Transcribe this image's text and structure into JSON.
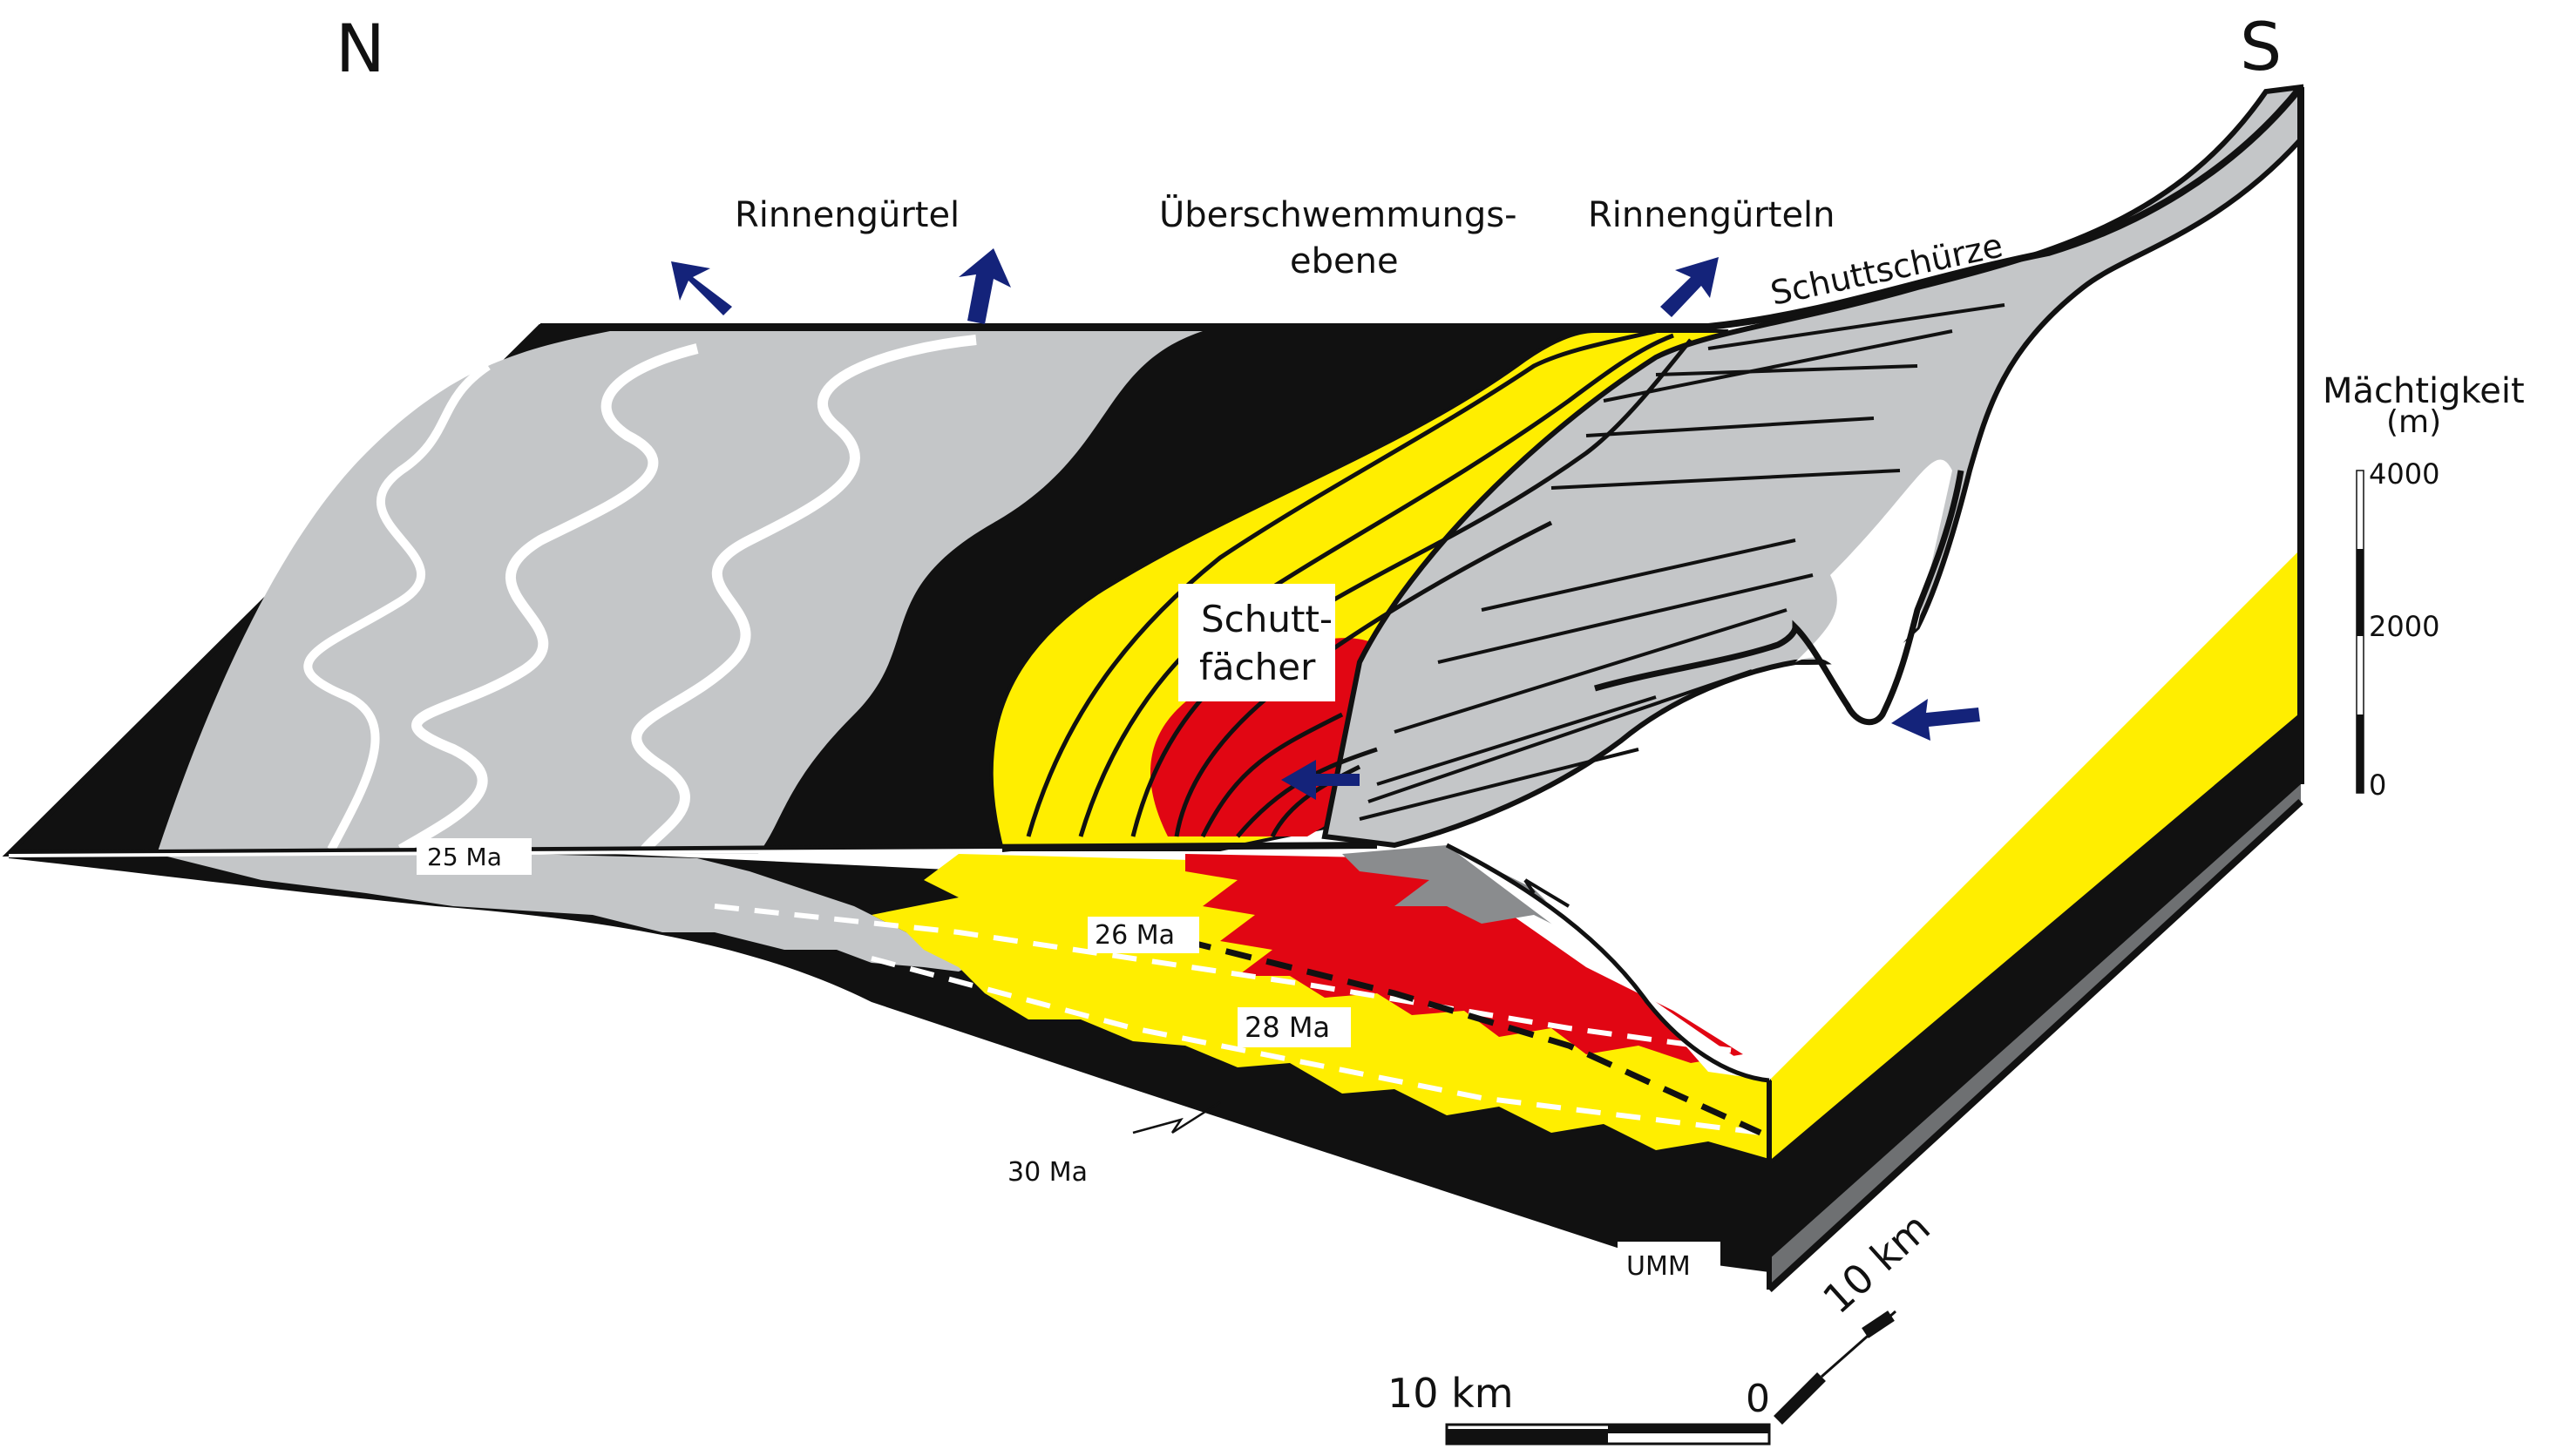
{
  "orientation": {
    "north": "N",
    "south": "S"
  },
  "labels": {
    "channel_belt_left": "Rinnengürtel",
    "floodplain_line1": "Überschwemmungs-",
    "floodplain_line2": "ebene",
    "channel_belts_right": "Rinnengürteln",
    "debris_apron": "Schuttschürze",
    "debris_fan_line1": "Schutt-",
    "debris_fan_line2": "fächer",
    "umm": "UMM"
  },
  "age_labels": {
    "ma25": "25 Ma",
    "ma26": "26 Ma",
    "ma28": "28 Ma",
    "ma30": "30 Ma"
  },
  "thickness_scale": {
    "title_line1": "Mächtigkeit",
    "title_line2": "(m)",
    "ticks": [
      "4000",
      "2000",
      "0"
    ]
  },
  "scale_bars": {
    "horizontal_label": "10 km",
    "horizontal_zero": "0",
    "vertical_label": "10 km"
  },
  "colors": {
    "black": "#111111",
    "gray": "#c4c6c8",
    "darkgray": "#8a8c8e",
    "yellow": "#ffee00",
    "red": "#e10613",
    "blue": "#14237a",
    "white": "#ffffff"
  },
  "arrows": [
    "arrow-icon",
    "arrow-icon",
    "arrow-icon",
    "arrow-icon",
    "arrow-icon"
  ]
}
